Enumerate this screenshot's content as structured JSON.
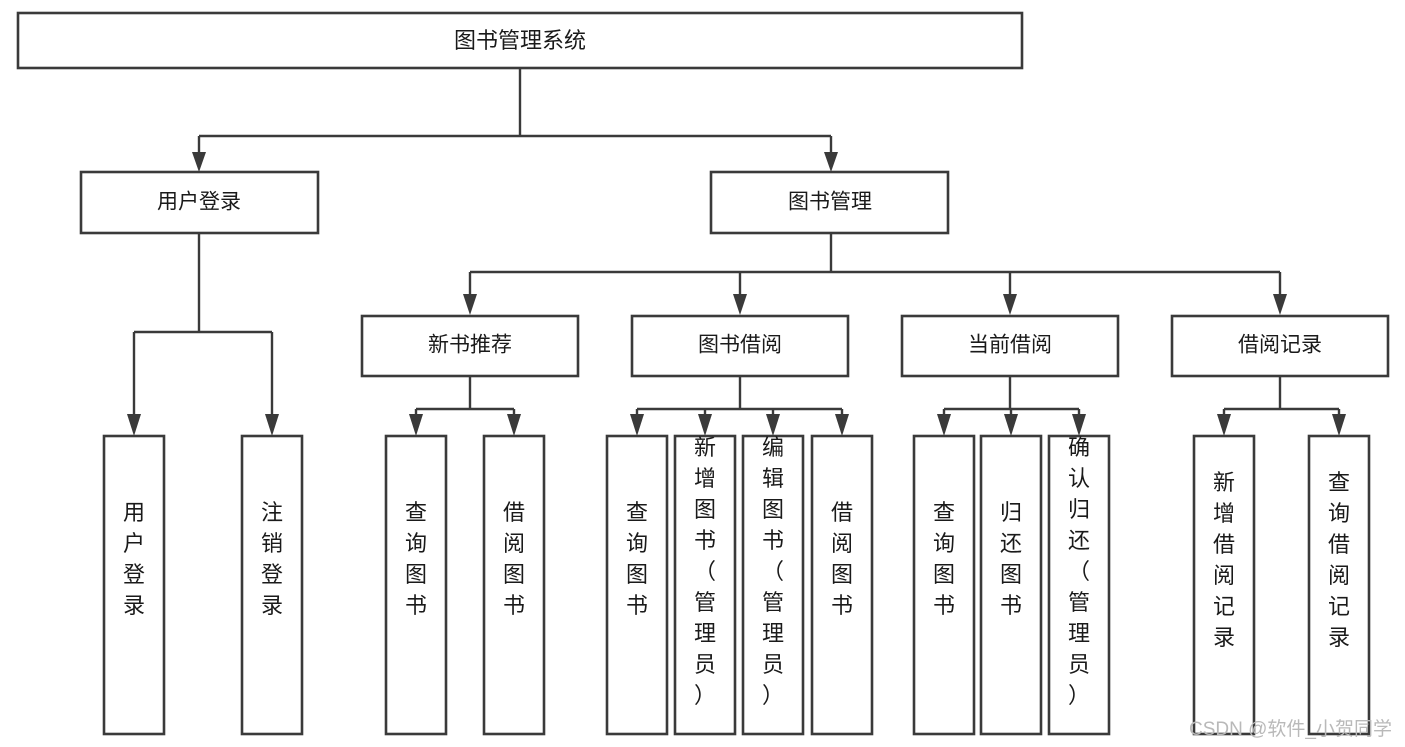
{
  "diagram": {
    "title": "图书管理系统",
    "root": {
      "id": "root",
      "label": "图书管理系统"
    },
    "level2": [
      {
        "id": "user-login",
        "label": "用户登录"
      },
      {
        "id": "book-management",
        "label": "图书管理"
      }
    ],
    "level3": [
      {
        "id": "new-book-recommend",
        "label": "新书推荐"
      },
      {
        "id": "book-borrow",
        "label": "图书借阅"
      },
      {
        "id": "current-borrow",
        "label": "当前借阅"
      },
      {
        "id": "borrow-record",
        "label": "借阅记录"
      }
    ],
    "leaves": {
      "user_login": [
        {
          "id": "leaf-user-login",
          "label": "用户登录"
        },
        {
          "id": "leaf-logout-login",
          "label": "注销登录"
        }
      ],
      "new_book_recommend": [
        {
          "id": "leaf-query-book-1",
          "label": "查询图书"
        },
        {
          "id": "leaf-borrow-book-1",
          "label": "借阅图书"
        }
      ],
      "book_borrow": [
        {
          "id": "leaf-query-book-2",
          "label": "查询图书"
        },
        {
          "id": "leaf-add-book",
          "label": "新增图书（管理员）"
        },
        {
          "id": "leaf-edit-book",
          "label": "编辑图书（管理员）"
        },
        {
          "id": "leaf-borrow-book-2",
          "label": "借阅图书"
        }
      ],
      "current_borrow": [
        {
          "id": "leaf-query-book-3",
          "label": "查询图书"
        },
        {
          "id": "leaf-return-book",
          "label": "归还图书"
        },
        {
          "id": "leaf-confirm-return",
          "label": "确认归还（管理员）"
        }
      ],
      "borrow_record": [
        {
          "id": "leaf-add-record",
          "label": "新增借阅记录"
        },
        {
          "id": "leaf-query-record",
          "label": "查询借阅记录"
        }
      ]
    }
  },
  "watermark": {
    "text": "CSDN @软件_小贺同学"
  },
  "colors": {
    "background": "#ffffff",
    "box_stroke": "#3a3a3a",
    "box_fill": "#ffffff",
    "text": "#1a1a1a",
    "watermark": "#b9b9b9"
  }
}
